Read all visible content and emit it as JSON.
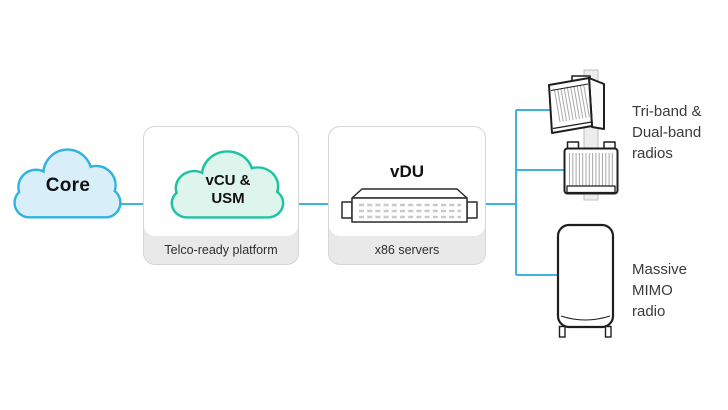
{
  "core": {
    "label": "Core"
  },
  "platform_card": {
    "cloud_label": "vCU &\nUSM",
    "footer": "Telco-ready platform"
  },
  "server_card": {
    "title": "vDU",
    "footer": "x86 servers"
  },
  "radio_labels": {
    "triband": "Tri-band &\nDual-band\nradios",
    "mimo": "Massive MIMO\nradio"
  },
  "colors": {
    "connector_line": "#3cb4e3",
    "core_cloud_stroke": "#2eb3e2",
    "core_cloud_fill": "#d8eef8",
    "vcu_cloud_stroke": "#1fc2a2",
    "vcu_cloud_fill": "#def5ee",
    "card_footer_bg": "#e9e9e9",
    "radio_outline": "#1e1e1e"
  }
}
